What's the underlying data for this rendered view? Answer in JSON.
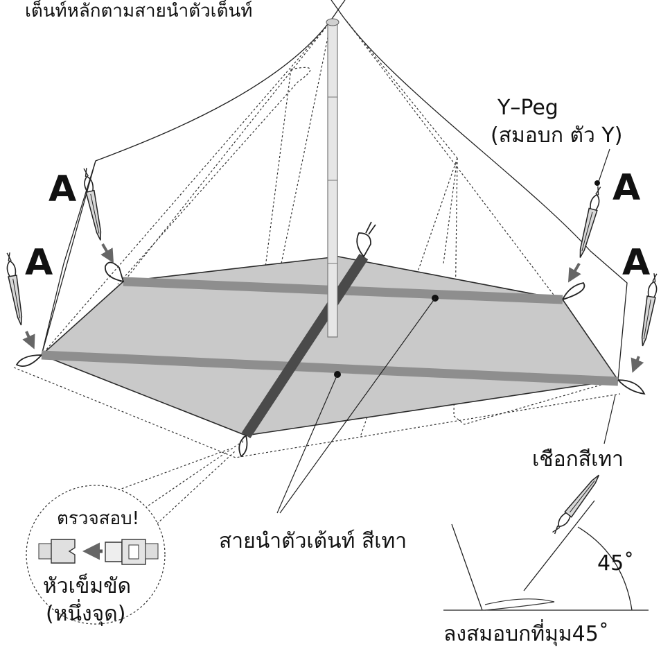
{
  "labels": {
    "top_title": "เต็นท์หลักตามสายนำตัวเต็นท์",
    "y_peg_line1": "Y–Peg",
    "y_peg_line2": "(สมอบก ตัว Y)",
    "gray_rope": "เชือกสีเทา",
    "guide_strap": "สายนำตัวเต้นท์ สีเทา",
    "check": "ตรวจสอบ!",
    "buckle_line1": "หัวเข็มขัด",
    "buckle_line2": "(หนึ่งจุด)",
    "angle_value": "45˚",
    "angle_caption": "ลงสมอบกที่มุม45˚",
    "marker_a": "A"
  },
  "colors": {
    "floor": "#c9c9c9",
    "floor_edge": "#2a2a2a",
    "strap_light": "#8e8e8e",
    "strap_dark": "#4a4a4a",
    "pole": "#e6e6e6",
    "line": "#222222"
  },
  "icons": [
    "y-peg-icon",
    "loop-icon",
    "buckle-female-icon",
    "buckle-male-icon",
    "arrow-icon",
    "pole-icon"
  ]
}
